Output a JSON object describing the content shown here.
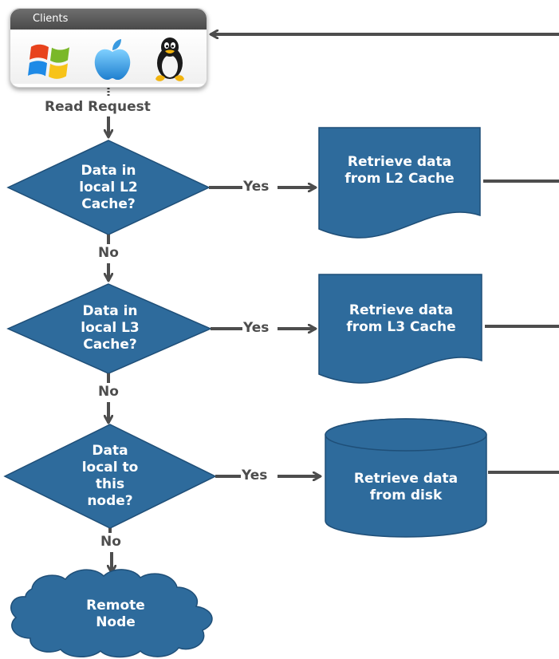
{
  "clients": {
    "title": "Clients",
    "icons": [
      "windows-logo-icon",
      "apple-logo-icon",
      "linux-penguin-icon"
    ]
  },
  "labels": {
    "read_request": "Read Request",
    "yes": "Yes",
    "no": "No"
  },
  "decisions": [
    {
      "id": "l2",
      "lines": [
        "Data in",
        "local L2",
        "Cache?"
      ]
    },
    {
      "id": "l3",
      "lines": [
        "Data in",
        "local L3",
        "Cache?"
      ]
    },
    {
      "id": "disk",
      "lines": [
        "Data",
        "local to",
        "this",
        "node?"
      ]
    }
  ],
  "actions": [
    {
      "id": "l2",
      "lines": [
        "Retrieve data",
        "from L2 Cache"
      ]
    },
    {
      "id": "l3",
      "lines": [
        "Retrieve data",
        "from L3 Cache"
      ]
    },
    {
      "id": "disk",
      "lines": [
        "Retrieve data",
        "from disk"
      ]
    }
  ],
  "terminal": {
    "lines": [
      "Remote",
      "Node"
    ]
  },
  "colors": {
    "shape_fill": "#2e6b9c",
    "shape_stroke": "#1f4f78",
    "connector": "#4d4d4d",
    "text_on_shape": "#ffffff",
    "label_text": "#4d4d4d"
  }
}
